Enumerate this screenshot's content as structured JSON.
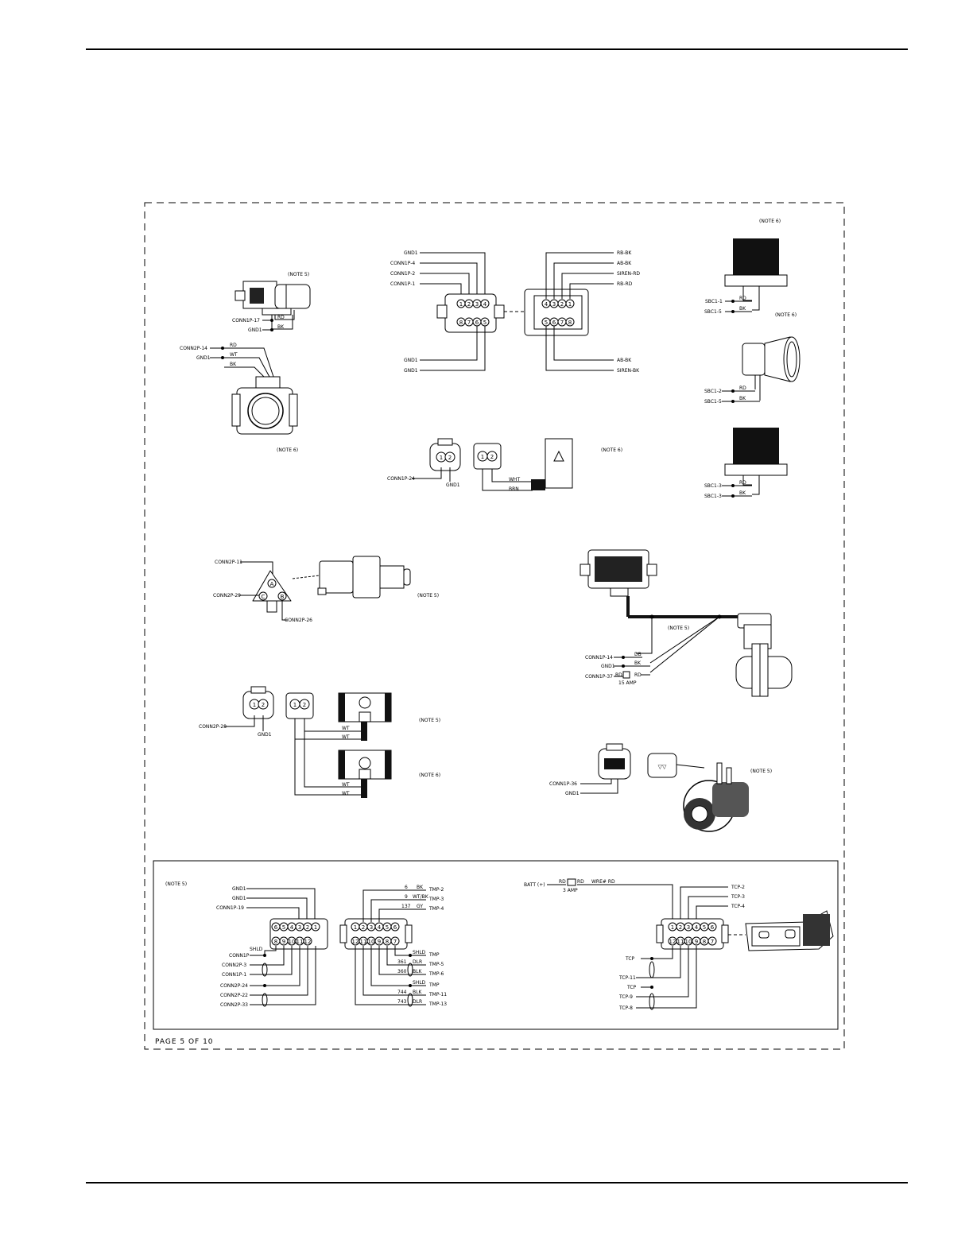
{
  "page_label": "PAGE 5 OF 10",
  "notes": {
    "n5": "(NOTE 5)",
    "n6": "(NOTE 6)"
  },
  "upper_left_sensor": {
    "c1": "CONN1P-17",
    "c2": "GND1",
    "w1": "RD",
    "w2": "BK"
  },
  "maf_sensor": {
    "c1": "CONN2P-14",
    "c2": "GND1",
    "w1": "RD",
    "w2": "WT",
    "w3": "BK"
  },
  "eight_way": {
    "left": [
      "GND1",
      "CONN1P-4",
      "CONN1P-2",
      "CONN1P-1"
    ],
    "left_bottom": [
      "GND1",
      "GND1"
    ],
    "right": [
      "RB-BK",
      "AB-BK",
      "SIREN-RD",
      "RB-RD"
    ],
    "right_bottom": [
      "AB-BK",
      "SIREN-BK"
    ],
    "pins_top_l": [
      "1",
      "2",
      "3",
      "4"
    ],
    "pins_bot_l": [
      "8",
      "7",
      "6",
      "5"
    ],
    "pins_top_r": [
      "4",
      "3",
      "2",
      "1"
    ],
    "pins_bot_r": [
      "5",
      "6",
      "7",
      "8"
    ]
  },
  "relays": [
    {
      "c1": "SBC1-1",
      "c2": "SBC1-5",
      "w1": "RD",
      "w2": "BK"
    },
    {
      "c1": "SBC1-2",
      "c2": "SBC1-5",
      "w1": "RD",
      "w2": "BK"
    },
    {
      "c1": "SBC1-3",
      "c2": "SBC1-3",
      "w1": "RD",
      "w2": "BK"
    }
  ],
  "two_way_switch": {
    "c1": "CONN1P-24",
    "gnd": "GND1",
    "w1": "WHT",
    "w2": "BRN"
  },
  "temp_sender": {
    "c1": "CONN2P-11",
    "c2": "CONN2P-29",
    "c3": "CONN2P-26",
    "pins": [
      "A",
      "C",
      "B"
    ]
  },
  "fuel_module": {
    "c1": "CONN1P-14",
    "c2": "GND1",
    "c3": "CONN1P-37",
    "w1": "DB",
    "w2": "BK",
    "w3": "RD",
    "w4": "RD",
    "fuse": "15 AMP"
  },
  "valves": {
    "c1": "CONN2P-28",
    "gnd": "GND1",
    "w1": "WT",
    "w2": "WT",
    "w3": "WT",
    "w4": "WT"
  },
  "compressor": {
    "c1": "CONN1P-36",
    "c2": "GND1"
  },
  "bottom_left": {
    "left_top": [
      "GND1",
      "GND1",
      "CONN1P-19"
    ],
    "left_bot": [
      "CONN1P",
      "CONN2P-3",
      "CONN1P-1",
      "CONN2P-24",
      "CONN2P-22",
      "CONN2P-33"
    ],
    "shld": "SHLD",
    "right_top": [
      {
        "num": "6",
        "col": "BK",
        "tag": "TMP-2"
      },
      {
        "num": "9",
        "col": "WT/BK",
        "tag": "TMP-3"
      },
      {
        "num": "137",
        "col": "GY",
        "tag": "TMP-4"
      }
    ],
    "right_bot": [
      {
        "num": "",
        "col": "SHLD",
        "tag": "TMP"
      },
      {
        "num": "361",
        "col": "DLR",
        "tag": "TMP-5"
      },
      {
        "num": "360",
        "col": "BLK",
        "tag": "TMP-6"
      },
      {
        "num": "",
        "col": "SHLD",
        "tag": "TMP"
      },
      {
        "num": "744",
        "col": "BLK",
        "tag": "TMP-11"
      },
      {
        "num": "743",
        "col": "DLR",
        "tag": "TMP-13"
      }
    ],
    "pins_top_l": [
      "6",
      "5",
      "4",
      "3",
      "2",
      "1"
    ],
    "pins_bot_l": [
      "8",
      "9",
      "10",
      "11",
      "12"
    ],
    "pins_top_r": [
      "1",
      "2",
      "3",
      "4",
      "5",
      "6"
    ],
    "pins_bot_r": [
      "12",
      "11",
      "10",
      "9",
      "8",
      "7"
    ]
  },
  "bottom_right": {
    "batt": "BATT (+)",
    "w1": "RD",
    "w2": "RD",
    "w3": "WRE# RD",
    "fuse": "3 AMP",
    "right": [
      "TCP-2",
      "TCP-3",
      "TCP-4"
    ],
    "left": [
      "TCP",
      "TCP-11",
      "TCP",
      "TCP-9",
      "TCP-8"
    ],
    "pins_top": [
      "1",
      "2",
      "3",
      "4",
      "5",
      "6"
    ],
    "pins_bot": [
      "12",
      "11",
      "10",
      "9",
      "8",
      "7"
    ]
  }
}
